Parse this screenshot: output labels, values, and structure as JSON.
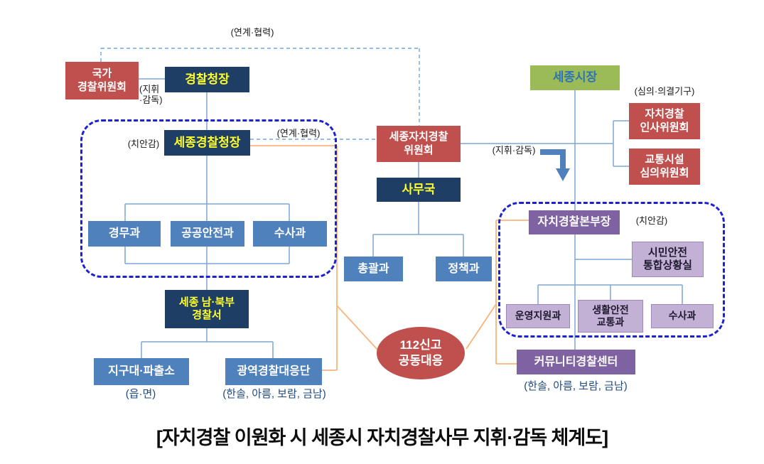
{
  "palette": {
    "red_box": "#c0504d",
    "navy_box": "#1f3e66",
    "blue_box": "#4f81bd",
    "green_box": "#9bbb59",
    "purple_box": "#7e62a1",
    "light_purple_box": "#c2b0d5",
    "yellow_text": "#ffff2a",
    "group_dash_border": "#1c22d0",
    "connector_blue": "#7ea6d4",
    "connector_dashed_blue": "#6fa8dc",
    "connector_orange": "#f9b47b",
    "arrow_blue": "#4f81bd",
    "caption_text": "#0d0d0d",
    "sub_label_text": "#1f497d"
  },
  "boxes": {
    "national_police_commission": "국가\n경찰위원회",
    "police_commissioner": "경찰청장",
    "sejong_mayor": "세종시장",
    "sejong_autonomous_police_committee": "세종자치경찰\n위원회",
    "secretariat": "사무국",
    "sejong_police_chief": "세종경찰청장",
    "admin_division": "경무과",
    "public_safety_division": "공공안전과",
    "investigation_division": "수사과",
    "sejong_police_station": "세종 남·북부\n경찰서",
    "district_substation": "지구대·파출소",
    "regional_response_unit": "광역경찰대응단",
    "general_affairs_division": "총괄과",
    "policy_division": "정책과",
    "personnel_committee": "자치경찰\n인사위원회",
    "traffic_facility_committee": "교통시설\n심의위원회",
    "autonomous_police_hq_chief": "자치경찰본부장",
    "citizen_safety_situation_room": "시민안전\n통합상황실",
    "operations_support_division": "운영지원과",
    "life_safety_traffic_division": "생활안전\n교통과",
    "investigation_division_2": "수사과",
    "community_police_center": "커뮤니티경찰센터"
  },
  "ellipse": {
    "label": "112신고\n공동대응"
  },
  "labels": {
    "cooperation_top": "(연계·협력)",
    "cooperation_mid": "(연계·협력)",
    "supervision_small": "(지휘\n·감독)",
    "supervision_mid": "(지휘·감독)",
    "deliberation_body": "(심의·의결기구)",
    "chief_rank_left": "(치안감)",
    "chief_rank_right": "(치안감)",
    "eup_myeon": "(읍·면)",
    "districts_left": "(한솔, 아름, 보람, 금남)",
    "districts_right": "(한솔, 아름, 보람, 금남)"
  },
  "caption": "[자치경찰 이원화 시 세종시 자치경찰사무 지휘·감독 체계도]"
}
